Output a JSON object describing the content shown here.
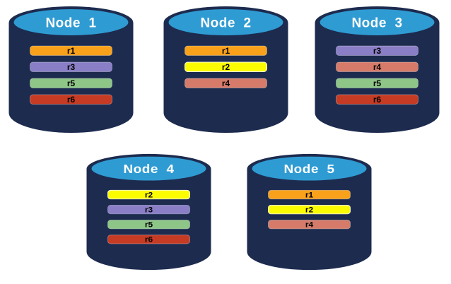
{
  "diagram": {
    "description_labels": [],
    "colors": {
      "background": "#FFFFFF",
      "cylinder_body": "#1C2B4E",
      "cylinder_top_face": "#2F9BD3",
      "node_title_text": "#FFFFFF",
      "replica_label_text": "#000000"
    },
    "replica_colors": {
      "r1": "#F9A11B",
      "r2": "#FCFC00",
      "r3": "#8A7EC6",
      "r4": "#D67B69",
      "r5": "#8EC687",
      "r6": "#C63B24"
    },
    "nodes": [
      {
        "label": "Node  1",
        "replicas": [
          "r1",
          "r3",
          "r5",
          "r6"
        ]
      },
      {
        "label": "Node  2",
        "replicas": [
          "r1",
          "r2",
          "r4"
        ]
      },
      {
        "label": "Node  3",
        "replicas": [
          "r3",
          "r4",
          "r5",
          "r6"
        ]
      },
      {
        "label": "Node  4",
        "replicas": [
          "r2",
          "r3",
          "r5",
          "r6"
        ]
      },
      {
        "label": "Node  5",
        "replicas": [
          "r1",
          "r2",
          "r4"
        ]
      }
    ]
  }
}
